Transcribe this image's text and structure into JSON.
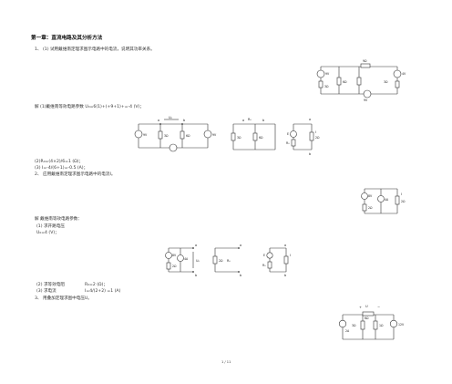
{
  "chapter_title": "第一章：直流电路及其分析方法",
  "problem1": {
    "statement": "1、 (1)  试用戴维南定理求图示电路中的电流，说明其功率关系。",
    "solution_intro": "解 (1)戴维南等效电路参数    U₀=6(1)+(+9+1)+=-4  (V)；",
    "result_r0": "(2)R₀=(4×2)/6=1  (Ω)；",
    "result_i": "(3) I=-4/(6+1)=-0.5  (A)；",
    "part2": "2、 应用戴维南定理求图示电路中的电流I。"
  },
  "problem2": {
    "solution_intro": "解 戴维南等效电路参数：",
    "step1": "(1) 求开路电压",
    "uoc": "U₀=4  (V)；",
    "step2_label": "(2) 求等效电阻",
    "step2_value": "R₀=2  (Ω)；",
    "step3_label": "(3) 求电流",
    "step3_value": "I=4/(2+2) =1  (A)",
    "part3": "3、 用叠加定理求图中电压U。"
  },
  "circuit_labels": {
    "c1": {
      "top": "9Ω",
      "left": "9V",
      "r1": "3Ω",
      "r2": "6Ω",
      "right": "4V",
      "bottom": "9V",
      "r3": "3Ω"
    },
    "c2": {
      "a": "a",
      "b": "b",
      "uoc": "U₀",
      "src1": "9V",
      "src2": "9V",
      "r1": "3Ω",
      "r2": "6Ω"
    },
    "c3": {
      "a": "a",
      "b": "b",
      "r0": "R₀",
      "r1": "3Ω",
      "r2": "6Ω"
    },
    "c4": {
      "a": "a",
      "b": "b",
      "e": "E",
      "r0": "R₀",
      "i": "I",
      "rl": "2Ω"
    },
    "c5": {
      "src": "8V",
      "cs": "4A",
      "r": "2Ω",
      "i": "I",
      "rl": "2Ω"
    },
    "c6": {
      "a": "a",
      "b": "b",
      "uoc": "U₀",
      "src": "8V",
      "cs": "4A",
      "r": "2Ω"
    },
    "c7": {
      "a": "a",
      "b": "b",
      "r0": "R₀",
      "r": "2Ω"
    },
    "c8": {
      "a": "a",
      "b": "b",
      "e": "E",
      "r0": "R₀",
      "i": "I"
    },
    "c9": {
      "u": "U",
      "plus": "+",
      "minus": "−",
      "r1": "6Ω",
      "src": "2A",
      "r2": "3Ω",
      "r3": "1Ω",
      "vs": "12V"
    }
  },
  "page_number": "1 / 11"
}
